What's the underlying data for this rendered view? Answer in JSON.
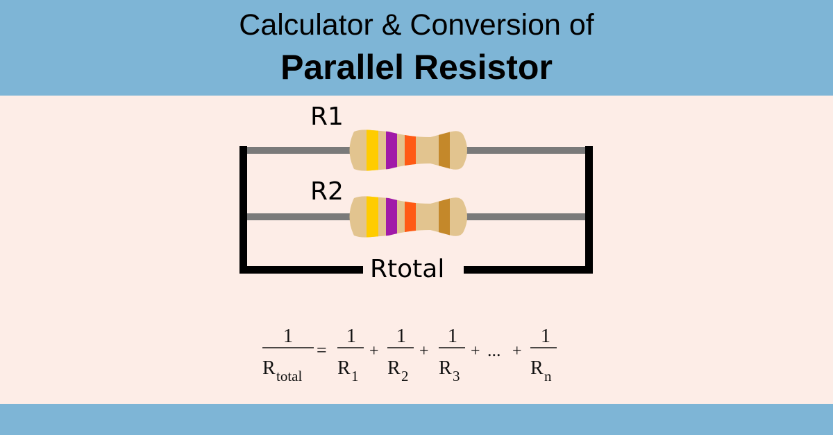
{
  "colors": {
    "banner": "#7eb5d6",
    "background": "#fdede7",
    "wire_gray": "#7a7a7a",
    "frame_black": "#000000",
    "resistor_body": "#e2c48f",
    "band1": "#ffcc00",
    "band2": "#a11aa8",
    "band3": "#ff5a14",
    "band4": "#c4882a"
  },
  "header": {
    "title_line1": "Calculator & Conversion of",
    "title_line2": "Parallel Resistor"
  },
  "diagram": {
    "r1_label": "R1",
    "r2_label": "R2",
    "total_label": "Rtotal"
  },
  "formula": {
    "one": "1",
    "equals": "=",
    "plus": "+",
    "ellipsis": "...",
    "R": "R",
    "sub_total": "total",
    "sub_1": "1",
    "sub_2": "2",
    "sub_3": "3",
    "sub_n": "n"
  }
}
